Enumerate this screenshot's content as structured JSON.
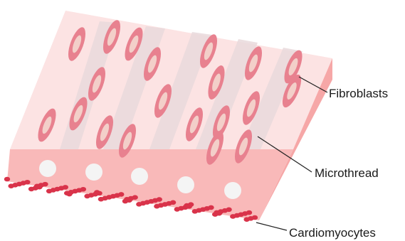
{
  "labels": {
    "fibroblasts": "Fibroblasts",
    "microthread": "Microthread",
    "cardiomyocytes": "Cardiomyocytes"
  },
  "colors": {
    "top_surface": "#fce3e3",
    "front_face": "#f9b9b9",
    "side_face": "#f6a7a7",
    "microthread_band": "#e9d9dc",
    "fibroblast_outer": "#e8818f",
    "fibroblast_inner": "#f3cfc9",
    "microthread_dot": "#f4f4f4",
    "cardiomyocyte": "#d9334a",
    "leader_line": "#222222"
  }
}
